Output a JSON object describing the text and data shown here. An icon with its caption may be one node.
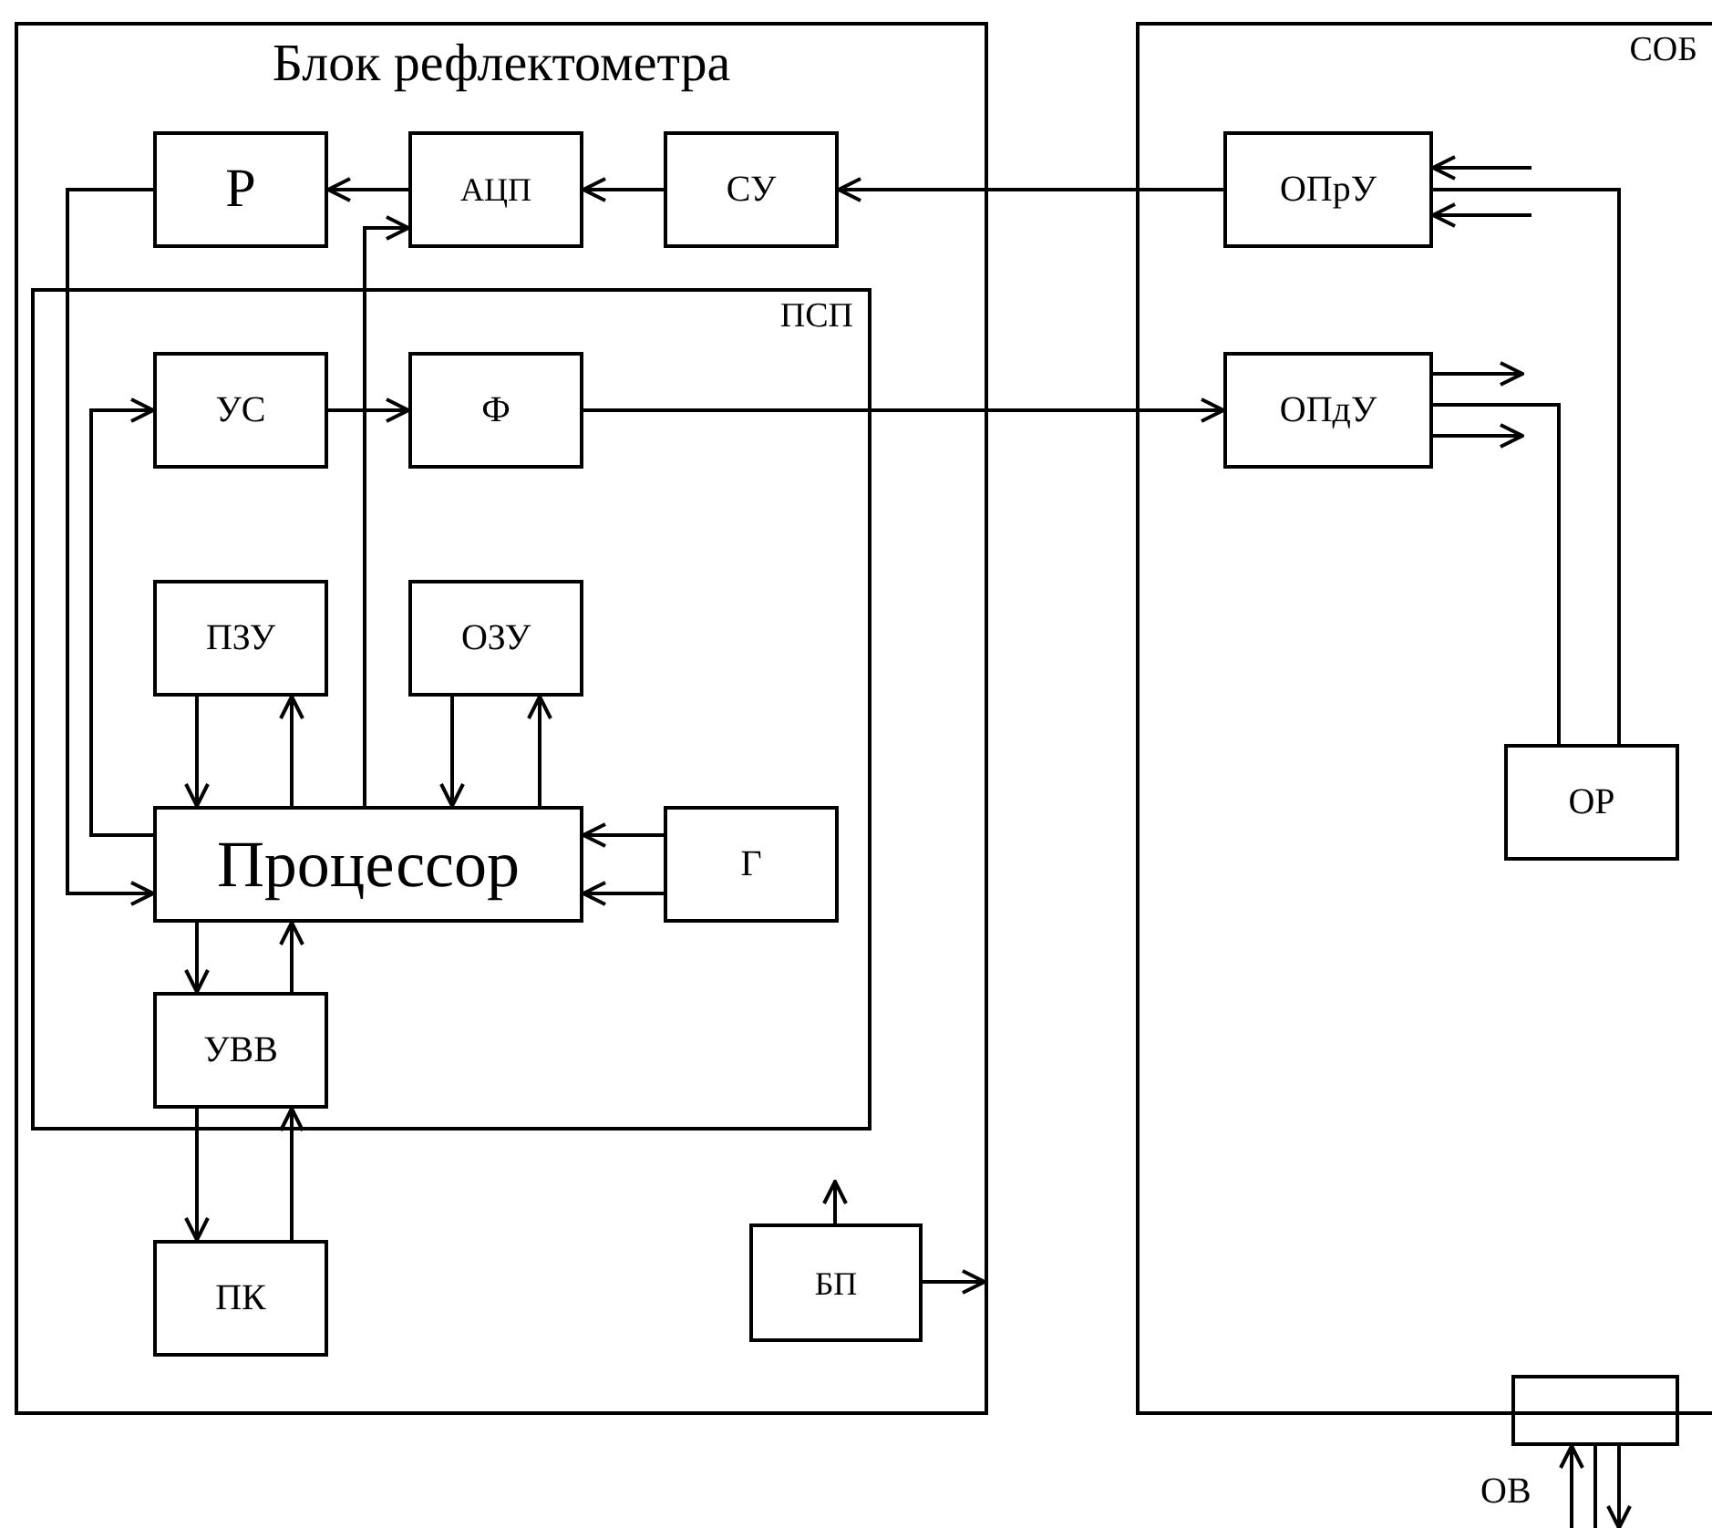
{
  "diagram": {
    "nodes": [
      {
        "text": [
          "Блок рефлектометра"
        ]
      },
      {
        "text": [
          "Р"
        ],
        "in": 0
      },
      {
        "text": [
          "АЦП"
        ],
        "in": 0
      },
      {
        "text": [
          "СУ"
        ],
        "in": 0
      },
      {
        "text": [
          "ПСП"
        ],
        "in": 0
      },
      {
        "text": [
          "УС"
        ],
        "in": 4
      },
      {
        "text": [
          "Ф"
        ],
        "in": 4
      },
      {
        "text": [
          "ПЗУ"
        ],
        "in": 4
      },
      {
        "text": [
          "ОЗУ"
        ],
        "in": 4
      },
      {
        "text": [
          "Процессор"
        ],
        "in": 4
      },
      {
        "text": [
          "Г"
        ],
        "in": 4
      },
      {
        "text": [
          "УВВ"
        ],
        "in": 4
      },
      {
        "text": [
          "ПК"
        ],
        "in": 0
      },
      {
        "text": [
          "БП"
        ],
        "in": 0
      },
      {
        "text": [
          "СОБ"
        ]
      },
      {
        "text": [
          "ОПрУ"
        ],
        "in": 14
      },
      {
        "text": [
          "ОПдУ"
        ],
        "in": 14
      },
      {
        "text": [
          "ОР"
        ],
        "in": 14
      },
      {
        "text": [],
        "shape": "box"
      }
    ],
    "edges": [
      {
        "from": 1,
        "to": 9,
        "arrow": "to"
      },
      {
        "from": 2,
        "to": 1,
        "arrow": "to"
      },
      {
        "from": 3,
        "to": 2,
        "arrow": "to"
      },
      {
        "from": 15,
        "to": 3,
        "arrow": "to"
      },
      {
        "from": 9,
        "to": 5,
        "arrow": "to"
      },
      {
        "from": 5,
        "to": 6,
        "arrow": "to"
      },
      {
        "from": 9,
        "to": 2,
        "arrow": "to"
      },
      {
        "from": 6,
        "to": 16,
        "arrow": "to"
      },
      {
        "from": 7,
        "to": 9,
        "arrow": "to"
      },
      {
        "from": 9,
        "to": 7,
        "arrow": "to"
      },
      {
        "from": 8,
        "to": 9,
        "arrow": "to"
      },
      {
        "from": 9,
        "to": 8,
        "arrow": "to"
      },
      {
        "from": 10,
        "to": 9,
        "arrow": "to"
      },
      {
        "from": 10,
        "to": 9,
        "arrow": "to"
      },
      {
        "from": 9,
        "to": 11,
        "arrow": "to"
      },
      {
        "from": 11,
        "to": 9,
        "arrow": "to"
      },
      {
        "from": 11,
        "to": 12,
        "arrow": "to"
      },
      {
        "from": 12,
        "to": 11,
        "arrow": "to"
      },
      {
        "from": 13,
        "to": null,
        "arrow": "to"
      },
      {
        "from": 13,
        "to": null,
        "arrow": "to"
      },
      {
        "from": null,
        "to": 15,
        "arrow": "to"
      },
      {
        "from": null,
        "to": 15,
        "arrow": "to"
      },
      {
        "from": 15,
        "to": 17,
        "arrow": "none"
      },
      {
        "from": 16,
        "to": null,
        "arrow": "to"
      },
      {
        "from": 16,
        "to": null,
        "arrow": "to"
      },
      {
        "from": 16,
        "to": 17,
        "arrow": "none"
      },
      {
        "from": null,
        "to": 18,
        "arrow": "to"
      },
      {
        "from": 18,
        "to": null,
        "arrow": "to"
      },
      {
        "from": 18,
        "to": null,
        "arrow": "none"
      }
    ],
    "labels": [
      "ОВ"
    ]
  }
}
